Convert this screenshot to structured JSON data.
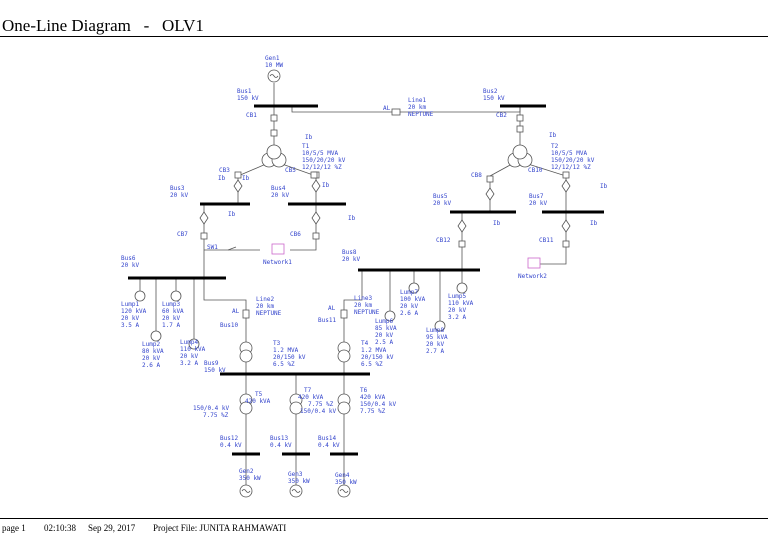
{
  "header": {
    "title": "One-Line Diagram   -   OLV1"
  },
  "footer": {
    "page": "page 1",
    "time": "02:10:38",
    "date": "Sep 29, 2017",
    "project": "Project File: JUNITA RAHMAWATI"
  },
  "labels": {
    "gen1": [
      "Gen1",
      "10 MW"
    ],
    "bus1": [
      "Bus1",
      "150 kV"
    ],
    "bus2": [
      "Bus2",
      "150 kV"
    ],
    "cb1": [
      "CB1"
    ],
    "cb2": [
      "CB2"
    ],
    "line1": [
      "Line1",
      "20 km",
      "NEPTUNE"
    ],
    "al1": [
      "AL"
    ],
    "t1": [
      "T1",
      "10/5/5 MVA",
      "150/20/20 kV",
      "12/12/12 %Z"
    ],
    "t2": [
      "T2",
      "10/5/5 MVA",
      "150/20/20 kV",
      "12/12/12 %Z"
    ],
    "cb3": [
      "CB3"
    ],
    "cb5": [
      "CB5"
    ],
    "cb8": [
      "CB8"
    ],
    "cb10": [
      "CB10"
    ],
    "bus3": [
      "Bus3",
      "20 kV"
    ],
    "bus4": [
      "Bus4",
      "20 kV"
    ],
    "bus5": [
      "Bus5",
      "20 kV"
    ],
    "bus7": [
      "Bus7",
      "20 kV"
    ],
    "cb7": [
      "CB7"
    ],
    "cb6": [
      "CB6"
    ],
    "cb12": [
      "CB12"
    ],
    "cb11": [
      "CB11"
    ],
    "sw1": [
      "SW1"
    ],
    "network1": [
      "Network1"
    ],
    "network2": [
      "Network2"
    ],
    "bus6": [
      "Bus6",
      "20 kV"
    ],
    "bus8": [
      "Bus8",
      "20 kV"
    ],
    "lump1": [
      "Lump1",
      "120 kVA",
      "20 kV",
      "3.5 A"
    ],
    "lump2": [
      "Lump2",
      "80 kVA",
      "20 kV",
      "2.6 A"
    ],
    "lump3": [
      "Lump3",
      "60 kVA",
      "20 kV",
      "1.7 A"
    ],
    "lump4": [
      "Lump4",
      "110 kVA",
      "20 kV",
      "3.2 A"
    ],
    "lump5": [
      "Lump5",
      "110 kVA",
      "20 kV",
      "3.2 A"
    ],
    "lump6": [
      "Lump6",
      "85 kVA",
      "20 kV",
      "2.5 A"
    ],
    "lump7": [
      "Lump7",
      "100 kVA",
      "20 kV",
      "2.6 A"
    ],
    "lump8": [
      "Lump8",
      "95 kVA",
      "20 kV",
      "2.7 A"
    ],
    "line2": [
      "Line2",
      "20 km",
      "NEPTUNE"
    ],
    "line3": [
      "Line3",
      "20 km",
      "NEPTUNE"
    ],
    "al2": [
      "AL"
    ],
    "al3": [
      "AL"
    ],
    "bus10": [
      "Bus10"
    ],
    "bus11": [
      "Bus11"
    ],
    "bus9": [
      "Bus9",
      "150 kV"
    ],
    "t3": [
      "T3",
      "1.2 MVA",
      "20/150 kV",
      "6.5 %Z"
    ],
    "t4": [
      "T4",
      "1.2 MVA",
      "20/150 kV",
      "6.5 %Z"
    ],
    "t5": [
      "T5",
      "420 kVA",
      "150/0.4 kV",
      "7.75 %Z"
    ],
    "t7": [
      "T7",
      "420 kVA",
      "7.75 %Z",
      "150/0.4 kV"
    ],
    "t6": [
      "T6",
      "420 kVA",
      "150/0.4 kV",
      "7.75 %Z"
    ],
    "bus12": [
      "Bus12",
      "0.4 kV"
    ],
    "bus13": [
      "Bus13",
      "0.4 kV"
    ],
    "bus14": [
      "Bus14",
      "0.4 kV"
    ],
    "gen2": [
      "Gen2",
      "350 kW"
    ],
    "gen3": [
      "Gen3",
      "350 kW"
    ],
    "gen4": [
      "Gen4",
      "350 kW"
    ],
    "ib": [
      "Ib"
    ]
  },
  "colors": {
    "label": "#3344cc",
    "wire": "#555555",
    "bus": "#000000",
    "network": "#cc66cc"
  }
}
